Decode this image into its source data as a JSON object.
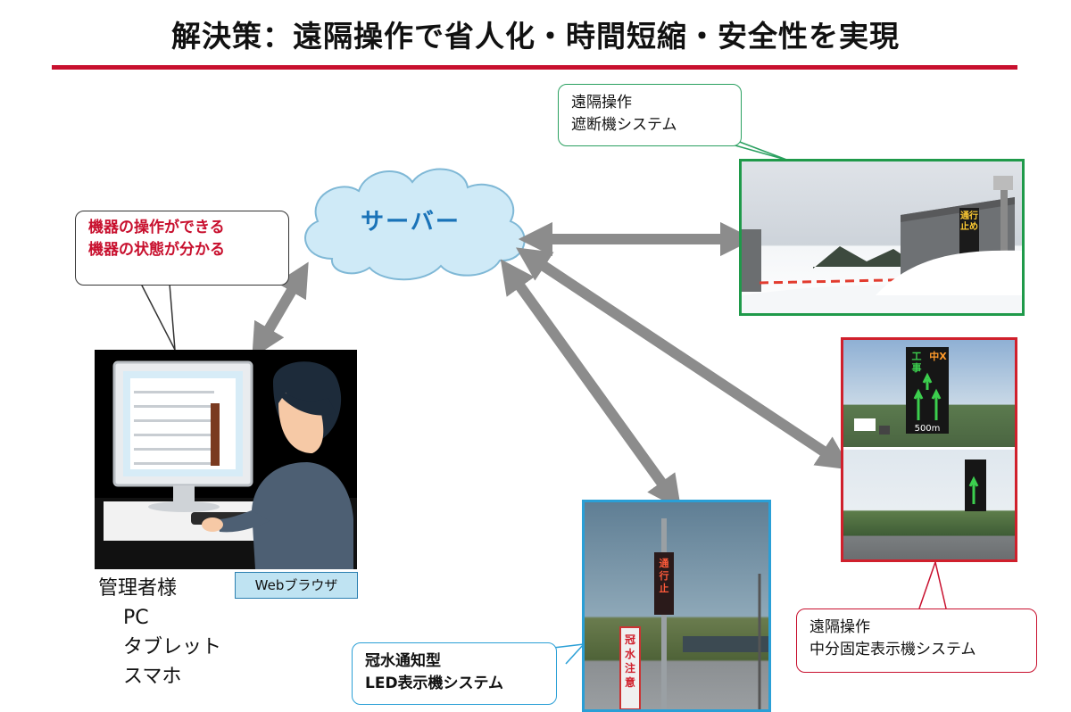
{
  "title": "解決策：遠隔操作で省人化・時間短縮・安全性を実現",
  "server": {
    "label": "サーバー"
  },
  "callouts": {
    "barrier": {
      "line1": "遠隔操作",
      "line2": "遮断機システム"
    },
    "operation": {
      "line1": "機器の操作ができる",
      "line2": "機器の状態が分かる"
    },
    "flood": {
      "line1": "冠水通知型",
      "line2": "LED表示機システム"
    },
    "median": {
      "line1": "遠隔操作",
      "line2": "中分固定表示機システム"
    }
  },
  "admin": {
    "label": "管理者様",
    "devices": [
      "PC",
      "タブレット",
      "スマホ"
    ],
    "browser_tag": "Webブラウザ"
  },
  "photos": {
    "barrier_sign": "通行止め",
    "flood_sign_top": "通行止",
    "flood_sign_bottom": "冠水注意",
    "median_sign_left": "工事",
    "median_sign_right": "中X",
    "median_distance": "500m"
  },
  "colors": {
    "title_rule": "#c8102e",
    "barrier_border": "#1f9a4a",
    "median_border": "#d0202c",
    "flood_border": "#2a9fd6",
    "arrow": "#8c8c8c",
    "cloud": "#cfeaf7"
  }
}
